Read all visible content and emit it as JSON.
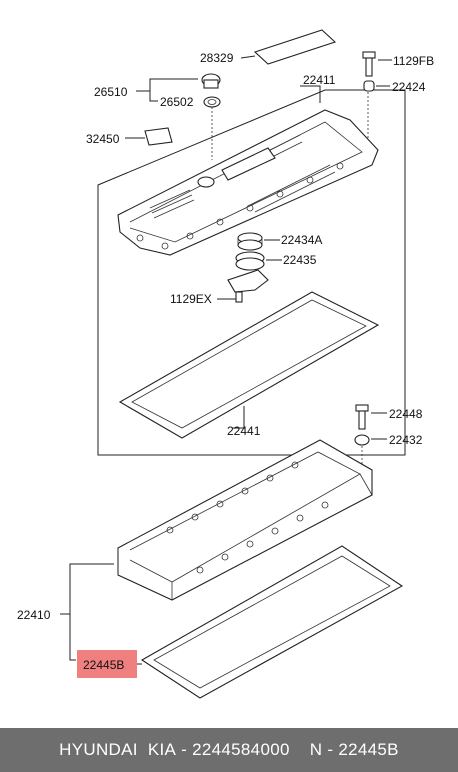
{
  "diagram": {
    "part_labels": {
      "p28329": "28329",
      "p1129FB": "1129FB",
      "p26510": "26510",
      "p22411": "22411",
      "p22424": "22424",
      "p26502": "26502",
      "p32450": "32450",
      "p22434A": "22434A",
      "p22435": "22435",
      "p1129EX": "1129EX",
      "p22441": "22441",
      "p22448": "22448",
      "p22432": "22432",
      "p22410": "22410",
      "p22445B": "22445B"
    },
    "highlight_color": "#f08080"
  },
  "footer": {
    "brand": "HYUNDAI  KIA",
    "separator1": " - ",
    "oem_number": "2244584000",
    "separator2": "    N - ",
    "part_number": "22445B"
  }
}
